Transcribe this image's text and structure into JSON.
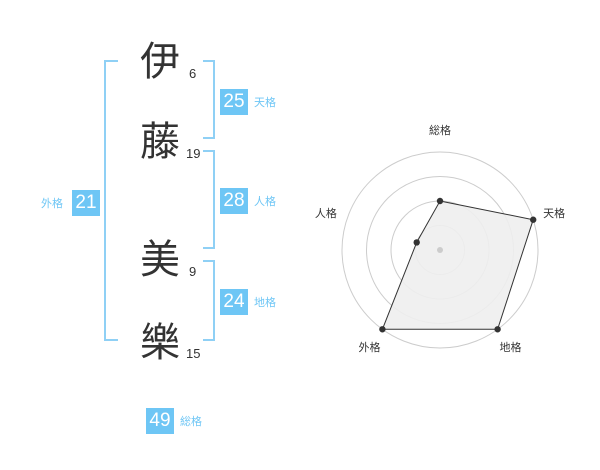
{
  "name": {
    "chars": [
      {
        "char": "伊",
        "strokes": "6"
      },
      {
        "char": "藤",
        "strokes": "19"
      },
      {
        "char": "美",
        "strokes": "9"
      },
      {
        "char": "樂",
        "strokes": "15"
      }
    ]
  },
  "kaku": {
    "tenkaku": {
      "value": "25",
      "label": "天格"
    },
    "jinkaku": {
      "value": "28",
      "label": "人格"
    },
    "chikaku": {
      "value": "24",
      "label": "地格"
    },
    "gaikaku": {
      "value": "21",
      "label": "外格"
    },
    "soukaku": {
      "value": "49",
      "label": "総格"
    }
  },
  "chart_data": {
    "type": "radar",
    "axes": [
      "総格",
      "天格",
      "地格",
      "外格",
      "人格"
    ],
    "values": [
      2,
      4,
      4,
      4,
      1
    ],
    "max": 4,
    "rings": 4
  },
  "colors": {
    "accent": "#6ec6f5",
    "bracket": "#8fd0f5",
    "text": "#333333",
    "fill": "#eeeeee"
  }
}
